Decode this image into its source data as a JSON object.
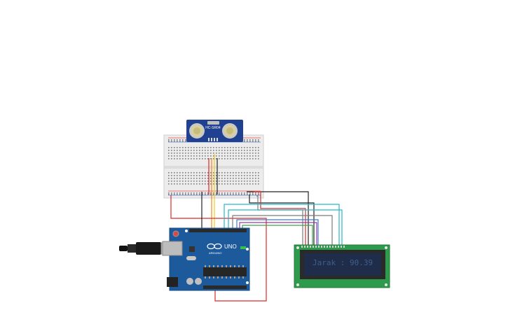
{
  "sensor": {
    "model": "HC-SR04"
  },
  "arduino": {
    "brand": "ARDUINO",
    "model": "UNO"
  },
  "lcd": {
    "line1": "Jarak : 90.39"
  },
  "colors": {
    "board_blue": "#1c5a9c",
    "sensor_blue": "#20418f",
    "lcd_green": "#2e9a4b",
    "lcd_screen": "#1f2c4a",
    "lcd_text": "#3f5f8c",
    "wire_red": "#d92b2b",
    "wire_black": "#222222",
    "wire_orange": "#f08a1d",
    "wire_yellow": "#f2cf1c",
    "wire_purple": "#9b3aa8",
    "wire_cyan": "#2ab6c9",
    "wire_blue": "#3d7bd6",
    "wire_green": "#38a84a",
    "wire_gray": "#7a7a7a"
  }
}
